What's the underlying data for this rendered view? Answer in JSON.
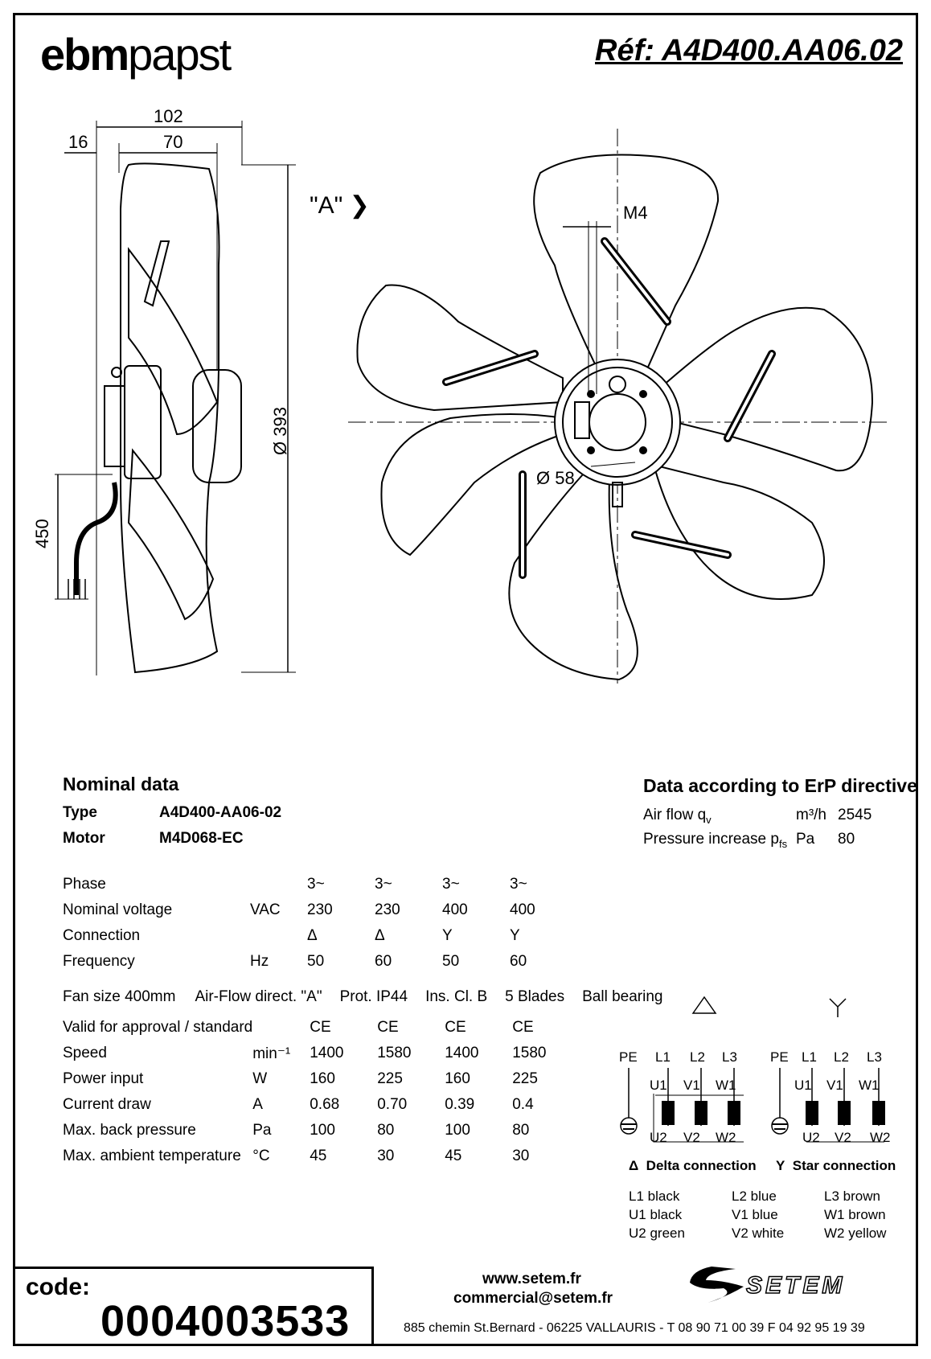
{
  "header": {
    "brand_bold": "ebm",
    "brand_light": "papst",
    "reference": "Réf: A4D400.AA06.02"
  },
  "drawing": {
    "dim_102": "102",
    "dim_16": "16",
    "dim_70": "70",
    "dim_450": "450",
    "dim_393": "Ø 393",
    "view_label": "\"A\" ❯",
    "dim_m4": "M4",
    "dim_58": "Ø 58"
  },
  "nominal": {
    "title": "Nominal data",
    "type_label": "Type",
    "type_value": "A4D400-AA06-02",
    "motor_label": "Motor",
    "motor_value": "M4D068-EC",
    "rows_top": [
      {
        "label": "Phase",
        "unit": "",
        "values": [
          "3~",
          "3~",
          "3~",
          "3~"
        ]
      },
      {
        "label": "Nominal voltage",
        "unit": "VAC",
        "values": [
          "230",
          "230",
          "400",
          "400"
        ]
      },
      {
        "label": "Connection",
        "unit": "",
        "values": [
          "Δ",
          "Δ",
          "Y",
          "Y"
        ]
      },
      {
        "label": "Frequency",
        "unit": "Hz",
        "values": [
          "50",
          "60",
          "50",
          "60"
        ]
      }
    ],
    "features": [
      "Fan size 400mm",
      "Air-Flow direct. \"A\"",
      "Prot. IP44",
      "Ins. Cl. B",
      "5 Blades",
      "Ball bearing"
    ],
    "rows_bottom": [
      {
        "label": "Valid for approval / standard",
        "unit": "",
        "values": [
          "CE",
          "CE",
          "CE",
          "CE"
        ]
      },
      {
        "label": "Speed",
        "unit": "min⁻¹",
        "values": [
          "1400",
          "1580",
          "1400",
          "1580"
        ]
      },
      {
        "label": "Power input",
        "unit": "W",
        "values": [
          "160",
          "225",
          "160",
          "225"
        ]
      },
      {
        "label": "Current draw",
        "unit": "A",
        "values": [
          "0.68",
          "0.70",
          "0.39",
          "0.4"
        ]
      },
      {
        "label": "Max. back pressure",
        "unit": "Pa",
        "values": [
          "100",
          "80",
          "100",
          "80"
        ]
      },
      {
        "label": "Max. ambient temperature",
        "unit": "°C",
        "values": [
          "45",
          "30",
          "45",
          "30"
        ]
      }
    ]
  },
  "erp": {
    "title": "Data according to ErP directive",
    "rows": [
      {
        "label": "Air flow q",
        "sub": "v",
        "unit": "m³/h",
        "value": "2545"
      },
      {
        "label": "Pressure increase p",
        "sub": "fs",
        "unit": "Pa",
        "value": "80"
      }
    ]
  },
  "wiring": {
    "terminals_top": [
      "PE",
      "L1",
      "L2",
      "L3"
    ],
    "terminals_u": [
      "U1",
      "V1",
      "W1"
    ],
    "terminals_bottom": [
      "U2",
      "V2",
      "W2"
    ],
    "delta_symbol": "Δ",
    "delta_label": "Delta connection",
    "star_symbol": "Y",
    "star_label": "Star connection",
    "colors": [
      [
        "L1  black",
        "L2  blue",
        "L3  brown"
      ],
      [
        "U1  black",
        "V1  blue",
        "W1  brown"
      ],
      [
        "U2  green",
        "V2  white",
        "W2  yellow"
      ]
    ]
  },
  "footer": {
    "code_label": "code:",
    "code_value": "0004003533",
    "website": "www.setem.fr",
    "email": "commercial@setem.fr",
    "address": "885 chemin St.Bernard  -  06225 VALLAURIS  -  T 08 90 71 00 39   F 04 92 95 19 39",
    "company": "SETEM"
  }
}
